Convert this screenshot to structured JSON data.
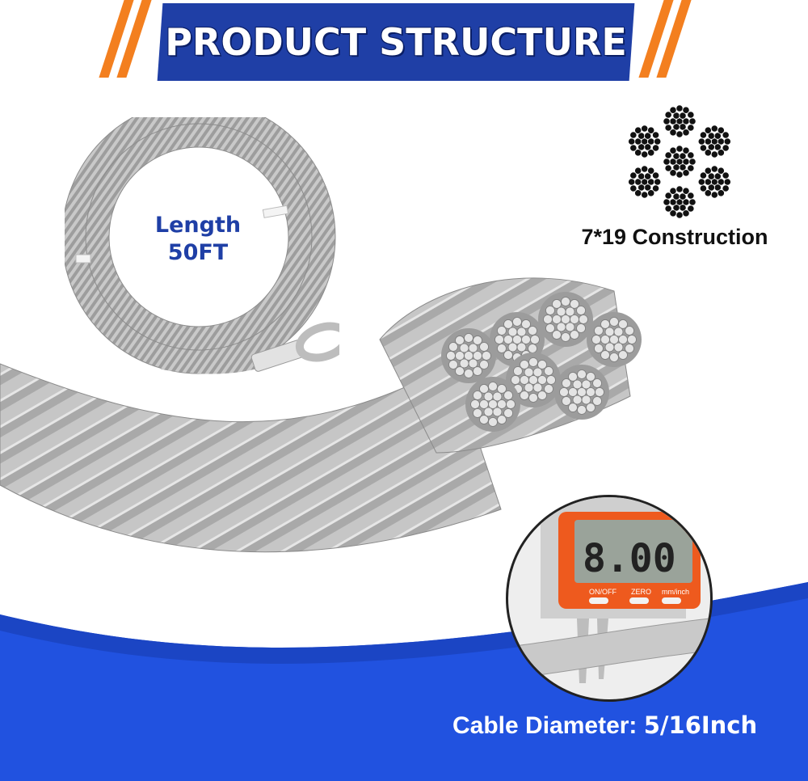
{
  "header": {
    "title": "PRODUCT STRUCTURE",
    "accent_color": "#f37f1f",
    "banner_color": "#1f3fa6"
  },
  "coil": {
    "label_line1": "Length",
    "label_line2": "50FT"
  },
  "construction": {
    "label": "7*19 Construction"
  },
  "caliper": {
    "display_value": "8.00",
    "button_on_off": "ON/OFF",
    "button_zero": "ZERO",
    "button_unit": "mm/inch"
  },
  "footer": {
    "label_prefix": "Cable Diameter: ",
    "label_value": "5/16Inch",
    "color": "#2152e0"
  }
}
